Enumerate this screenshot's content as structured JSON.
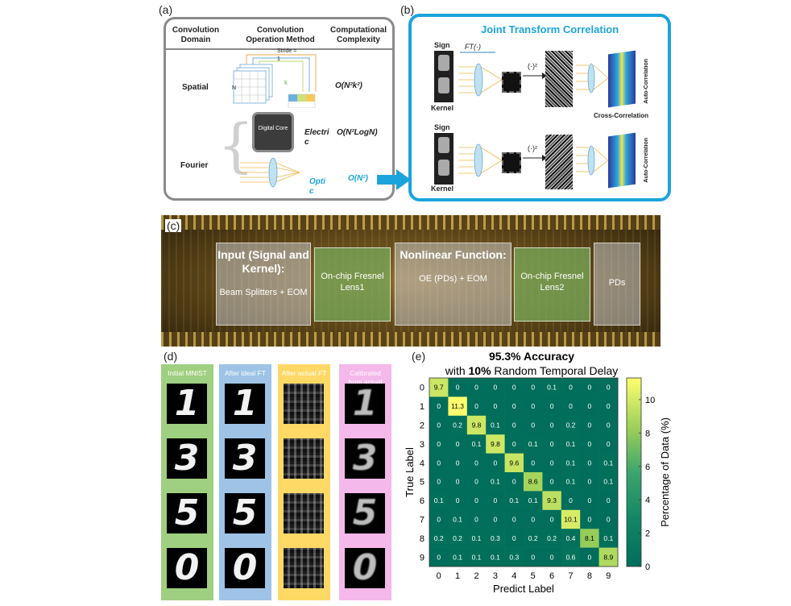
{
  "panels": {
    "a": "(a)",
    "b": "(b)",
    "c": "(c)",
    "d": "(d)",
    "e": "(e)"
  },
  "panel_a": {
    "headers": [
      "Convolution Domain",
      "Convolution Operation Method",
      "Computational Complexity"
    ],
    "stride_label": "Stride =",
    "stride_value": "1",
    "n_label": "N",
    "k_label": "k",
    "rows": {
      "spatial": "Spatial",
      "fourier": "Fourier",
      "spatial_complexity": "O(N²k²)",
      "electric_label": "Electri c",
      "electric_complexity": "O(N²LogN)",
      "optic_label": "Opti c",
      "optic_complexity": "O(N²)",
      "digital_core": "Digital Core"
    }
  },
  "panel_b": {
    "title": "Joint Transform Correlation",
    "sign": "Sign",
    "kernel": "Kernel",
    "ft": "FT(·)",
    "square": "(·)²",
    "auto_correlation": "Auto-Correlation",
    "cross_correlation": "Cross-Correlation"
  },
  "panel_c": {
    "box1_title": "Input (Signal and Kernel):",
    "box1_sub": "Beam Splitters + EOM",
    "box2": "On-chip Fresnel Lens1",
    "box3_title": "Nonlinear Function:",
    "box3_sub": "OE (PDs) + EOM",
    "box4": "On-chip Fresnel Lens2",
    "box5": "PDs"
  },
  "panel_d": {
    "columns": [
      "Initial MNIST",
      "After ideal FT",
      "After actual FT",
      "Calibrated from actual FT"
    ],
    "colors": [
      "#9fcf80",
      "#9ec3e6",
      "#ffd966",
      "#f4b8ea"
    ]
  },
  "chart_data": {
    "type": "heatmap",
    "title": "95.3% Accuracy",
    "title_bold": "95.3% Accuracy",
    "subtitle_prefix": "with ",
    "subtitle_bold": "10%",
    "subtitle_suffix": " Random Temporal Delay",
    "xlabel": "Predict Label",
    "ylabel": "True Label",
    "colorbar_label": "Percentage of Data (%)",
    "x": [
      "0",
      "1",
      "2",
      "3",
      "4",
      "5",
      "6",
      "7",
      "8",
      "9"
    ],
    "y": [
      "0",
      "1",
      "2",
      "3",
      "4",
      "5",
      "6",
      "7",
      "8",
      "9"
    ],
    "colorbar_ticks": [
      "0",
      "2",
      "4",
      "6",
      "8",
      "10"
    ],
    "vmin": 0,
    "vmax": 11.3,
    "values": [
      [
        9.7,
        0,
        0,
        0,
        0,
        0,
        0.1,
        0,
        0,
        0
      ],
      [
        0,
        11.3,
        0,
        0,
        0,
        0,
        0,
        0,
        0,
        0
      ],
      [
        0,
        0.2,
        9.8,
        0.1,
        0,
        0,
        0,
        0.2,
        0,
        0
      ],
      [
        0,
        0,
        0.1,
        9.8,
        0,
        0.1,
        0,
        0.1,
        0,
        0
      ],
      [
        0,
        0,
        0,
        0,
        9.6,
        0,
        0,
        0.1,
        0,
        0.1
      ],
      [
        0,
        0,
        0,
        0.1,
        0,
        8.6,
        0,
        0.1,
        0,
        0.1
      ],
      [
        0.1,
        0,
        0,
        0,
        0.1,
        0.1,
        9.3,
        0,
        0,
        0
      ],
      [
        0,
        0.1,
        0,
        0,
        0,
        0,
        0,
        10.1,
        0,
        0
      ],
      [
        0.2,
        0.2,
        0.1,
        0.3,
        0,
        0.2,
        0.2,
        0.4,
        8.1,
        0.1
      ],
      [
        0,
        0.1,
        0.1,
        0.1,
        0.3,
        0,
        0,
        0.6,
        0,
        8.9
      ]
    ]
  }
}
